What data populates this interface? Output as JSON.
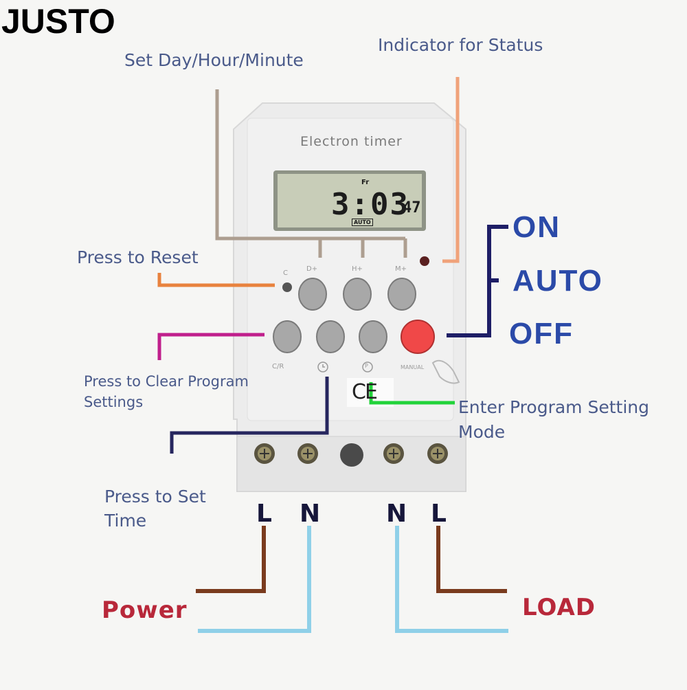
{
  "brand": "JUSTO",
  "device": {
    "title": "Electron timer",
    "display": {
      "day": "Fr",
      "time": "3:03",
      "seconds": "47",
      "mode": "AUTO"
    },
    "button_labels": {
      "clear": "C",
      "day": "D+",
      "hour": "H+",
      "minute": "M+",
      "clear_recall": "C/R",
      "clock_icon": "clock-icon",
      "program": "P",
      "manual": "MANUAL"
    },
    "mark": "CE"
  },
  "annotations": {
    "set_day_hour_minute": "Set Day/Hour/Minute",
    "indicator_for_status": "Indicator for Status",
    "press_to_reset": "Press to Reset",
    "press_to_clear_line1": "Press to Clear Program",
    "press_to_clear_line2": "Settings",
    "enter_program_line1": "Enter Program Setting",
    "enter_program_line2": "Mode",
    "press_to_set_time_line1": "Press to Set",
    "press_to_set_time_line2": "Time"
  },
  "switch_modes": [
    "ON",
    "AUTO",
    "OFF"
  ],
  "terminals": {
    "power_l": "L",
    "power_n": "N",
    "load_n": "N",
    "load_l": "L"
  },
  "wiring": {
    "power": "Power",
    "load": "LOAD"
  },
  "colors": {
    "live_wire": "#7a3b1e",
    "neutral_wire": "#8fd0e8",
    "manual_button": "#f04848",
    "reset_pointer": "#e8823e",
    "clear_pointer": "#c01f8c",
    "program_pointer": "#22d33a",
    "switch_bracket": "#1e1e66",
    "label_text": "#4a5a8a",
    "switch_text": "#2b4aa8"
  }
}
